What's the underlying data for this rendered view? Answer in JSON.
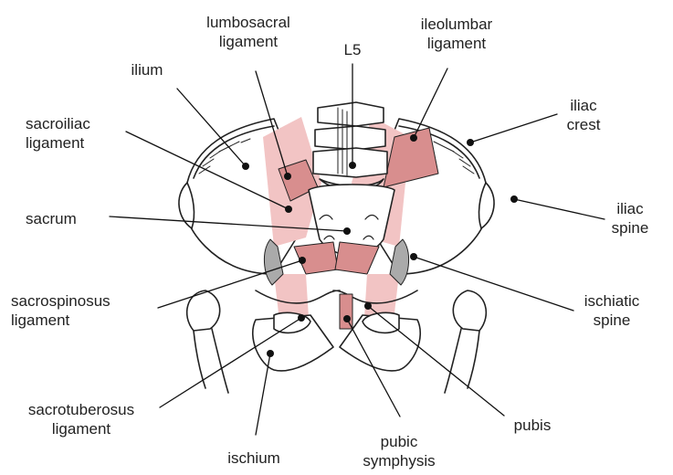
{
  "colors": {
    "ligament": "#f2c4c4",
    "ligament_dark": "#d88e8e",
    "bone_fill": "#ffffff",
    "bone_stroke": "#222222",
    "shadow": "#aaaaaa",
    "leader": "#111111"
  },
  "labels": {
    "lumbosacral": [
      "lumbosacral",
      "ligament"
    ],
    "l5": [
      "L5"
    ],
    "ileolumbar": [
      "ileolumbar",
      "ligament"
    ],
    "ilium": [
      "ilium"
    ],
    "iliac_crest": [
      "iliac",
      "crest"
    ],
    "sacroiliac": [
      "sacroiliac",
      "ligament"
    ],
    "iliac_spine": [
      "iliac",
      "spine"
    ],
    "sacrum": [
      "sacrum"
    ],
    "sacrospinosus": [
      "sacrospinosus",
      "ligament"
    ],
    "ischiatic_spine": [
      "ischiatic",
      "spine"
    ],
    "sacrotuberosus": [
      "sacrotuberosus",
      "ligament"
    ],
    "pubic_symphysis": [
      "pubic",
      "symphysis"
    ],
    "pubis": [
      "pubis"
    ],
    "ischium": [
      "ischium"
    ]
  }
}
